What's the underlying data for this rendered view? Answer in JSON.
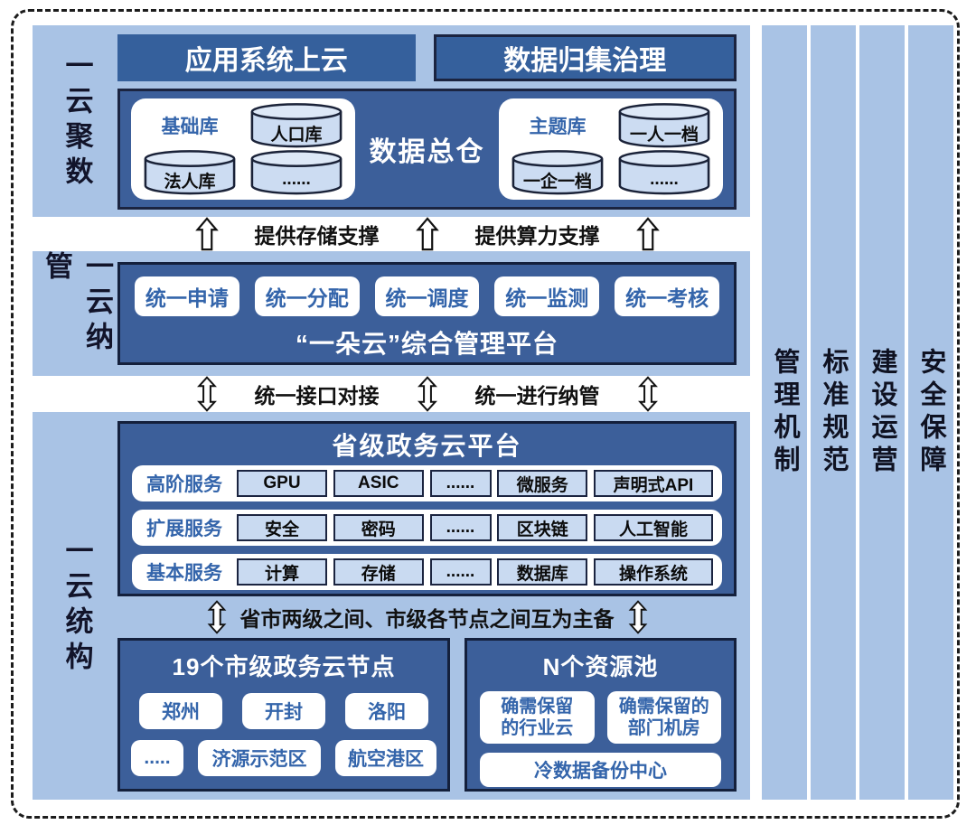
{
  "colors": {
    "section_bg": "#a9c3e5",
    "panel_bg": "#3c5f9a",
    "header_bg": "#35609c",
    "border_navy": "#1b2440",
    "cylinder_fill": "#ccdcf2",
    "item_fill": "#c9daf1",
    "blue_text": "#3465ab",
    "dark_text": "#111111"
  },
  "left_sections": [
    "一云聚数",
    "一云纳管",
    "一云统构"
  ],
  "right_pillars": [
    "管理机制",
    "标准规范",
    "建设运营",
    "安全保障"
  ],
  "section1": {
    "header_left": "应用系统上云",
    "header_right": "数据归集治理",
    "warehouse_title": "数据总仓",
    "base_group": {
      "label": "基础库",
      "cylinders": [
        "人口库",
        "法人库",
        "......"
      ]
    },
    "theme_group": {
      "label": "主题库",
      "cylinders": [
        "一人一档",
        "一企一档",
        "......"
      ]
    }
  },
  "gap1": {
    "label_left": "提供存储支撑",
    "label_right": "提供算力支撑",
    "arrow_icon": "hollow-up-arrow"
  },
  "section2": {
    "buttons": [
      "统一申请",
      "统一分配",
      "统一调度",
      "统一监测",
      "统一考核"
    ],
    "platform_title": "“一朵云”综合管理平台"
  },
  "gap2": {
    "label_left": "统一接口对接",
    "label_right": "统一进行纳管",
    "arrow_icon": "hollow-double-arrow"
  },
  "section3": {
    "platform_title": "省级政务云平台",
    "service_rows": [
      {
        "label": "高阶服务",
        "items": [
          "GPU",
          "ASIC",
          "......",
          "微服务",
          "声明式API"
        ]
      },
      {
        "label": "扩展服务",
        "items": [
          "安全",
          "密码",
          "......",
          "区块链",
          "人工智能"
        ]
      },
      {
        "label": "基本服务",
        "items": [
          "计算",
          "存储",
          "......",
          "数据库",
          "操作系统"
        ]
      }
    ],
    "sync_label": "省市两级之间、市级各节点之间互为主备",
    "city_nodes": {
      "title": "19个市级政务云节点",
      "items": [
        "郑州",
        "开封",
        "洛阳",
        ".....",
        "济源示范区",
        "航空港区"
      ]
    },
    "resource_pool": {
      "title": "N个资源池",
      "items": [
        "确需保留\n的行业云",
        "确需保留的\n部门机房",
        "冷数据备份中心"
      ]
    }
  }
}
